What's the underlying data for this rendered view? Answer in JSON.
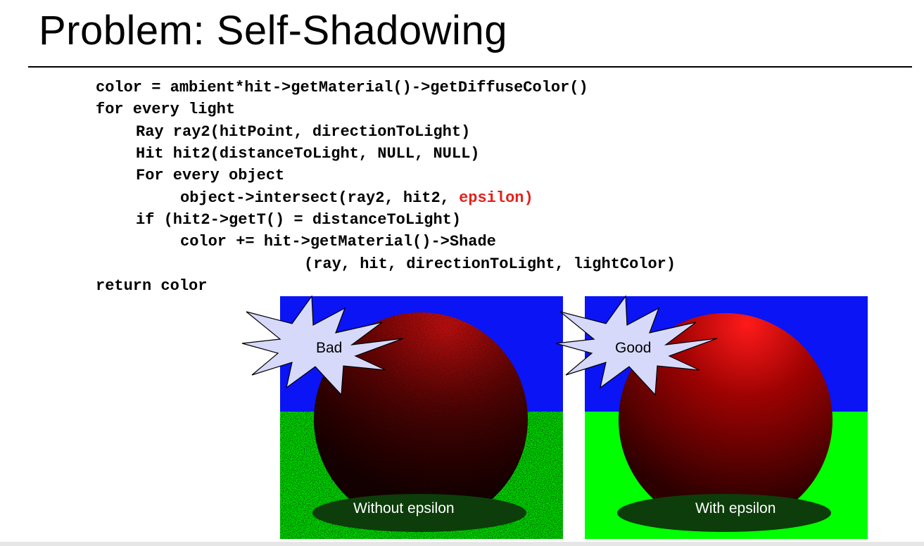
{
  "slide": {
    "title": "Problem: Self-Shadowing",
    "code": {
      "line1": "color = ambient*hit->getMaterial()->getDiffuseColor()",
      "line2": "for every light",
      "line3": "Ray ray2(hitPoint, directionToLight)",
      "line4": "Hit hit2(distanceToLight, NULL, NULL)",
      "line5": "For every object",
      "line6": "object->intersect(ray2, hit2, ",
      "line6_highlight": "epsilon)",
      "line7": "if (hit2->getT() = distanceToLight)",
      "line8": "color += hit->getMaterial()->Shade",
      "line9": "(ray, hit, directionToLight, lightColor)",
      "line10": "return color"
    },
    "highlight_color": "#e3201b",
    "left_panel": {
      "burst_label": "Bad",
      "caption": "Without epsilon"
    },
    "right_panel": {
      "burst_label": "Good",
      "caption": "With epsilon"
    },
    "colors": {
      "sky": "#0a14f5",
      "ground": "#00ff00",
      "sphere": "#8b0000",
      "burst_fill": "#d7d9fa"
    }
  }
}
